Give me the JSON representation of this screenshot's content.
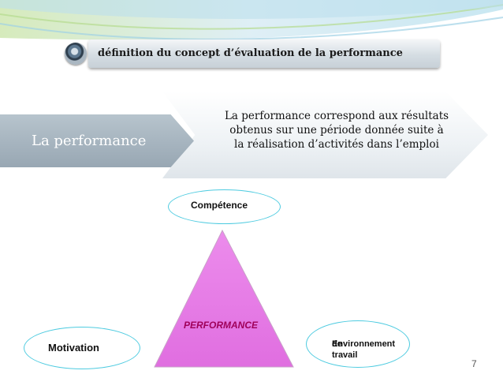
{
  "title": "définition du concept d’évaluation de la performance",
  "definition": {
    "label": "La performance",
    "text_lines": [
      "La performance correspond aux résultats",
      "obtenus sur une période donnée suite à",
      "la réalisation d’activités dans l’emploi"
    ]
  },
  "diagram": {
    "center_label": "PERFORMANCE",
    "factors": {
      "top": "Compétence",
      "left": "Motivation",
      "right_lines": [
        "Environnement",
        "de travail"
      ]
    }
  },
  "page_number": "7",
  "colors": {
    "triangle_fill": "#e879e8",
    "ellipse_border": "#4ecbe0",
    "label_box": "#a7b5bf",
    "center_label": "#a0005a"
  }
}
